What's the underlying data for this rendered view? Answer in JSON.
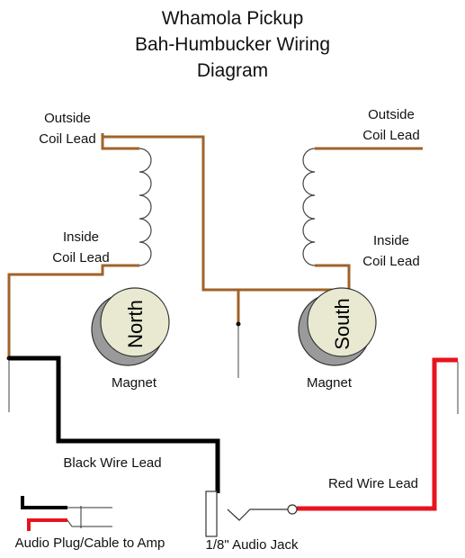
{
  "title": {
    "line1": "Whamola Pickup",
    "line2": "Bah-Humbucker Wiring",
    "line3": "Diagram"
  },
  "labels": {
    "left_outside": [
      "Outside",
      "Coil Lead"
    ],
    "left_inside": [
      "Inside",
      "Coil Lead"
    ],
    "right_outside": [
      "Outside",
      "Coil Lead"
    ],
    "right_inside": [
      "Inside",
      "Coil Lead"
    ],
    "magnet_left": "Magnet",
    "magnet_right": "Magnet",
    "black_wire": "Black Wire Lead",
    "red_wire": "Red Wire Lead",
    "audio_plug": "Audio Plug/Cable to Amp",
    "audio_jack": "1/8\" Audio Jack"
  },
  "magnets": {
    "left": "North",
    "right": "South"
  },
  "colors": {
    "coil_wire": "#a0622a",
    "black_wire": "#000000",
    "red_wire": "#e8141b",
    "magnet_face": "#e9e9d2",
    "magnet_body": "#9a9a9a"
  }
}
